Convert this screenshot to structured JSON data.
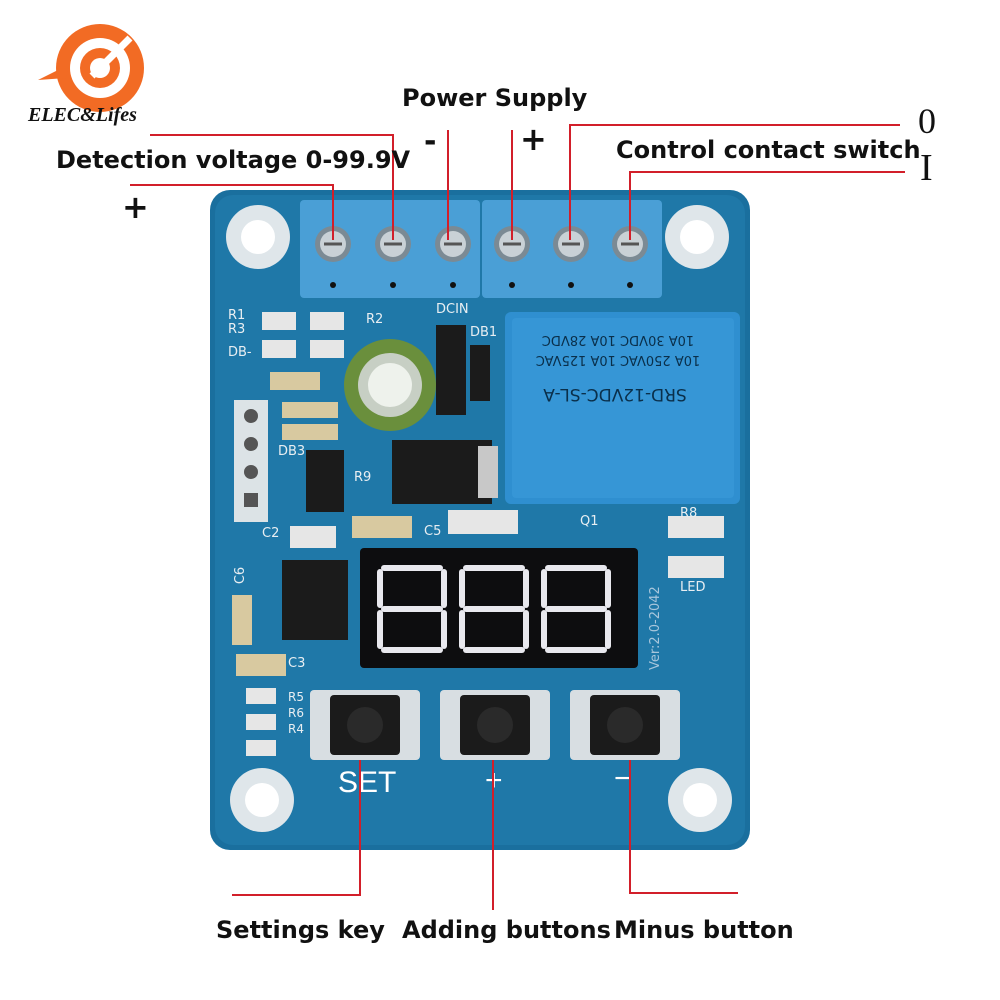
{
  "brand": {
    "name": "ELEC&Lifes"
  },
  "labels": {
    "power_supply": "Power Supply",
    "detection_voltage": "Detection voltage 0-99.9V",
    "control_contact_switch": "Control contact switch",
    "settings_key": "Settings key",
    "adding_buttons": "Adding buttons",
    "minus_button": "Minus button"
  },
  "symbols": {
    "supply_minus": "-",
    "supply_plus": "+",
    "detect_plus": "+",
    "contact_open": "0",
    "contact_closed": "I"
  },
  "board": {
    "relay_model": "SRD-12VDC-SL-A",
    "relay_rating_1": "10A 250VAC  10A 125VAC",
    "relay_rating_2": "10A 30VDC  10A 28VDC",
    "version": "Ver:2.0-2042",
    "silk_dcin": "DCIN",
    "silk_db1": "DB1",
    "silk_db3": "DB3",
    "silk_r1": "R1",
    "silk_r3": "R3",
    "silk_r2": "R2",
    "silk_r9": "R9",
    "silk_r8": "R8",
    "silk_c2": "C2",
    "silk_c3": "C3",
    "silk_c5": "C5",
    "silk_c6": "C6",
    "silk_q1": "Q1",
    "silk_led": "LED",
    "silk_r5": "R5",
    "silk_r6": "R6",
    "silk_r4": "R4",
    "silk_db": "DB-",
    "button_set": "SET",
    "button_plus": "+",
    "button_minus": "−"
  },
  "colors": {
    "pcb": "#1a6f9e",
    "terminal": "#4a9fd6",
    "relay": "#2f8fd0",
    "label_line": "#d21f2a",
    "display_segment": "#e8e8ee"
  }
}
